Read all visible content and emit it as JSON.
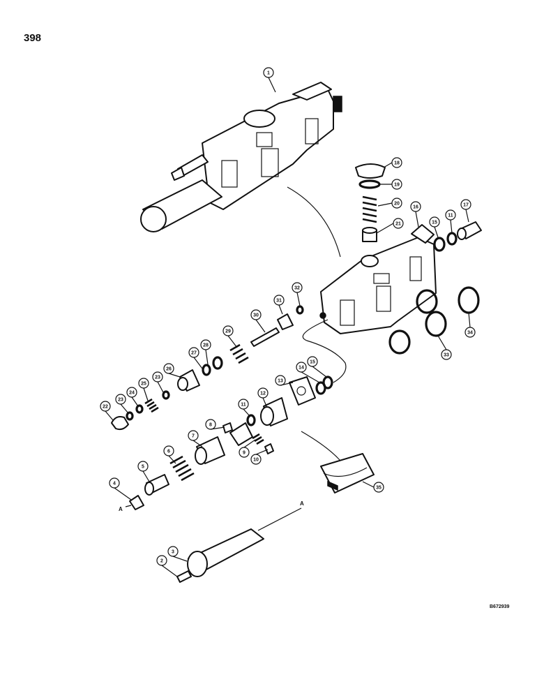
{
  "page_number": "398",
  "document_code": "B672939",
  "reference_marker": "A",
  "callouts": [
    "1",
    "2",
    "3",
    "4",
    "5",
    "6",
    "7",
    "8",
    "9",
    "10",
    "11",
    "12",
    "13",
    "14",
    "15",
    "16",
    "17",
    "18",
    "19",
    "20",
    "21",
    "22",
    "23",
    "24",
    "25",
    "26",
    "27",
    "28",
    "29",
    "30",
    "31",
    "32",
    "33",
    "34",
    "35"
  ]
}
